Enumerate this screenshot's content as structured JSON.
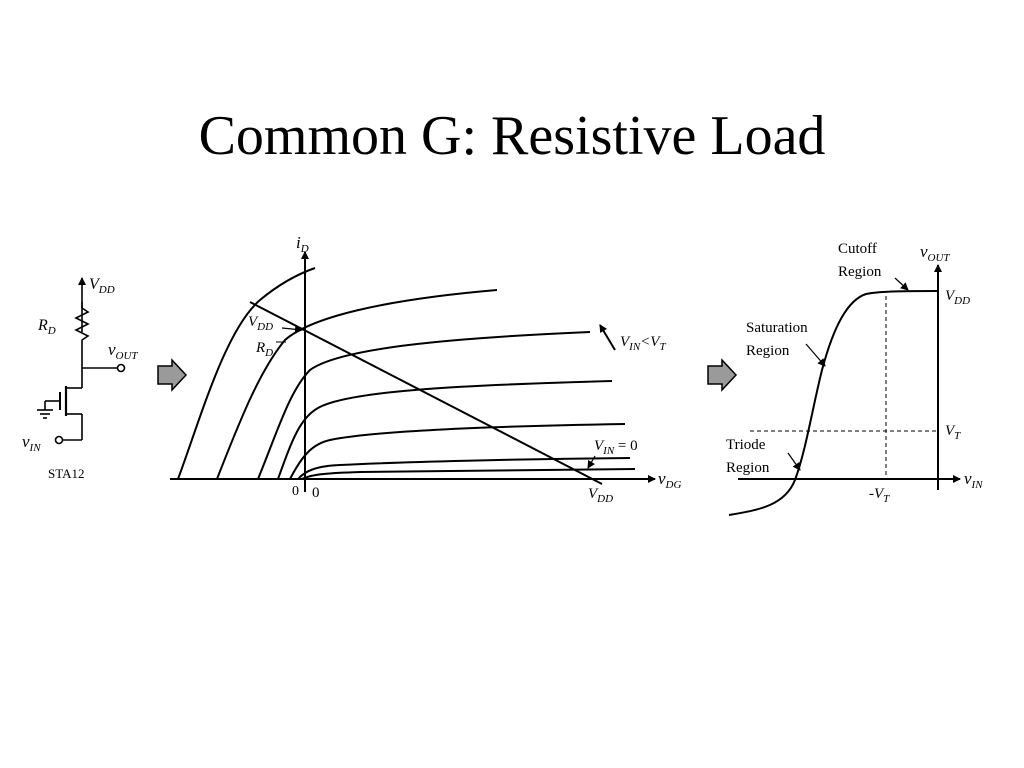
{
  "slide": {
    "title": "Common G: Resistive Load"
  },
  "circuit": {
    "vdd_label": "V",
    "vdd_sub": "DD",
    "rd_label": "R",
    "rd_sub": "D",
    "vout_label": "v",
    "vout_sub": "OUT",
    "vin_label": "v",
    "vin_sub": "IN",
    "tag": "STA12"
  },
  "iv_plot": {
    "y_axis_label": "i",
    "y_axis_sub": "D",
    "x_axis_label": "v",
    "x_axis_sub": "DG",
    "intercept_num": "V",
    "intercept_num_sub": "DD",
    "intercept_den": "R",
    "intercept_den_sub": "D",
    "curve_direction_label": "V",
    "curve_direction_sub1": "IN",
    "curve_direction_rel": "<V",
    "curve_direction_sub2": "T",
    "vin_zero_label": "V",
    "vin_zero_sub": "IN",
    "vin_zero_val": " = 0",
    "vdd_x_label": "V",
    "vdd_x_sub": "DD",
    "origin_label_1": "0",
    "origin_label_2": "0"
  },
  "transfer_plot": {
    "y_axis_label": "v",
    "y_axis_sub": "OUT",
    "x_axis_label": "v",
    "x_axis_sub": "IN",
    "vdd_label": "V",
    "vdd_sub": "DD",
    "vt_label": "V",
    "vt_sub": "T",
    "neg_vt_label": "-V",
    "neg_vt_sub": "T",
    "cutoff_line1": "Cutoff",
    "cutoff_line2": "Region",
    "saturation_line1": "Saturation",
    "saturation_line2": "Region",
    "triode_line1": "Triode",
    "triode_line2": "Region"
  }
}
